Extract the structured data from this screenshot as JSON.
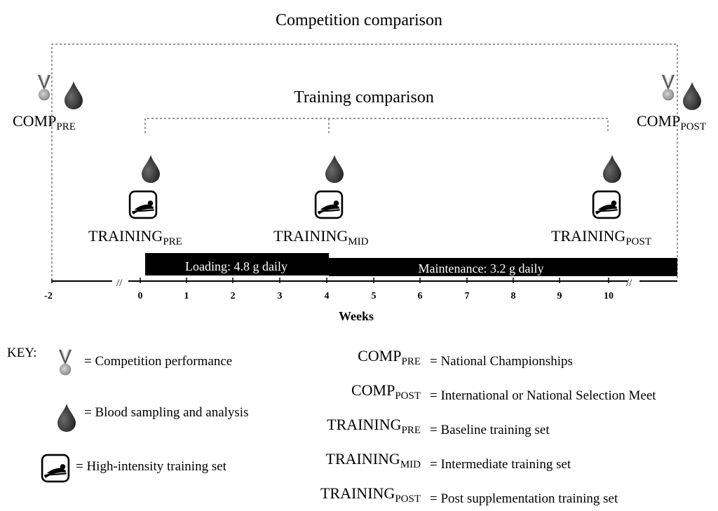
{
  "title": "Competition comparison",
  "training_title": "Training comparison",
  "events": {
    "comp_pre": {
      "main": "COMP",
      "sub": "PRE"
    },
    "comp_post": {
      "main": "COMP",
      "sub": "POST"
    },
    "training_pre": {
      "main": "TRAINING",
      "sub": "PRE"
    },
    "training_mid": {
      "main": "TRAINING",
      "sub": "MID"
    },
    "training_post": {
      "main": "TRAINING",
      "sub": "POST"
    }
  },
  "bars": {
    "loading": "Loading: 4.8 g daily",
    "maintenance": "Maintenance: 3.2 g daily"
  },
  "axis": {
    "label": "Weeks",
    "ticks": [
      "-2",
      "0",
      "1",
      "2",
      "3",
      "4",
      "5",
      "6",
      "7",
      "8",
      "9",
      "10"
    ],
    "break": "//"
  },
  "key": {
    "label": "KEY:",
    "items": [
      {
        "icon": "medal-icon",
        "text": "= Competition performance"
      },
      {
        "icon": "blood-drop-icon",
        "text": "= Blood sampling and analysis"
      },
      {
        "icon": "swimmer-icon",
        "text": "= High-intensity training set"
      }
    ],
    "definitions": [
      {
        "main": "COMP",
        "sub": "PRE",
        "text": "= National Championships"
      },
      {
        "main": "COMP",
        "sub": "POST",
        "text": "= International or National Selection Meet"
      },
      {
        "main": "TRAINING",
        "sub": "PRE",
        "text": "= Baseline training set"
      },
      {
        "main": "TRAINING",
        "sub": "MID",
        "text": "= Intermediate training set"
      },
      {
        "main": "TRAINING",
        "sub": "POST",
        "text": "= Post supplementation training set"
      }
    ]
  },
  "colors": {
    "bar": "#000000",
    "drop": "#333333",
    "medal_ribbon": "#555555",
    "medal": "#9a9a9a",
    "dash": "#555555"
  }
}
